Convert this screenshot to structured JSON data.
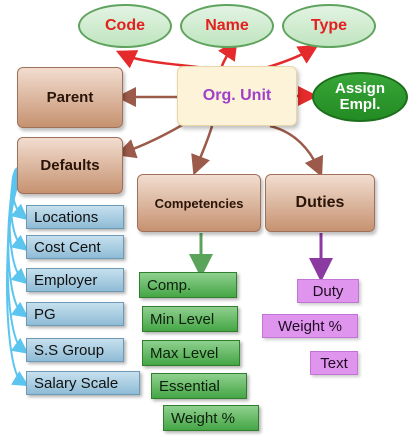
{
  "attributes": {
    "code": "Code",
    "name": "Name",
    "type": "Type"
  },
  "center": "Org. Unit",
  "assign": {
    "line1": "Assign",
    "line2": "Empl."
  },
  "parent": "Parent",
  "defaults": "Defaults",
  "competencies": "Competencies",
  "duties": "Duties",
  "defaults_items": [
    "Locations",
    "Cost Cent",
    "Employer",
    "PG",
    "S.S Group",
    "Salary Scale"
  ],
  "competency_items": [
    "Comp.",
    "Min Level",
    "Max Level",
    "Essential",
    "Weight %"
  ],
  "duty_items": [
    "Duty",
    "Weight %",
    "Text"
  ],
  "colors": {
    "red_arrow": "#e42a2a",
    "brown_arrow": "#9b5a4a",
    "green_arrow": "#5aa35a",
    "purple_arrow": "#8a3aa0",
    "cyan_arrow": "#5bc5ef"
  }
}
